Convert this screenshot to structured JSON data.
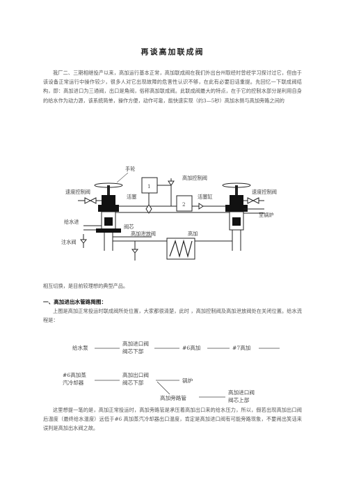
{
  "title": "再谈高加联成阀",
  "intro": "我厂二、三期相继投产以来，高加运行基本正常，高加联成阀在我们外出台州取经时曾经学习探讨过它，但由于该设备正常运行中操作较少，很多人对它出现故障的危害性认识不够，在此有必要旧话重提。先回忆一下联成阀结构，即：高加进口为三通阀，出口是角阀，俗称高加联成阀。此联成阀最大的特点，在于它的控制水部分是利用自身的给水作为动力源，该系统简单，操作方便，动作可靠，能快速实现（约3—5秒）高加水侧与高加旁路之间的",
  "diagram": {
    "labels": {
      "handwheel": "手轮",
      "hp_control_valve": "高加控制阀",
      "speed_control_left": "速度控制阀",
      "piston": "活塞",
      "piston_cylinder": "活塞缸",
      "speed_control_right": "速度控制阀",
      "to_boiler": "至锅炉",
      "feedwater_in": "给水进",
      "valve_core": "阀芯",
      "water_fill_valve": "注水阀",
      "hp_drain_valve": "高加泄放阀",
      "hp_heater": "高加",
      "box1": "1",
      "box2": "2"
    }
  },
  "para_after_diagram": "相互切换，是目前较理想的典型产品。",
  "heading1": "一、高加进出水管路简图：",
  "para_flow_intro": "上图是高加正常投运时联成阀所处位置，大家都很清楚，此时 ，高加控制阀及高加泄放阀处在关闭位置。给水流程是：",
  "flow": {
    "pump": "给水泵",
    "inlet_valve_1": "高加进口阀",
    "inlet_valve_2": "阀芯下部",
    "hp6": "#6高加",
    "hp7": "#7高加",
    "cooler_1": "#6高加蒸",
    "cooler_2": "汽冷却器",
    "outlet_valve_1": "高加出口阀",
    "outlet_valve_2": "阀芯下部",
    "boiler": "锅炉",
    "bypass": "高加旁路管",
    "inlet_upper_1": "高加进口阀",
    "inlet_upper_2": "阀芯上部"
  },
  "para_end": "这里想提一笔的是，高加正常投运时，高加旁路管是承压着高加出口来的给水压力，所以，假若出现高加出口阀后温度（最终给水温度）远低于#6 高加蒸汽冷却器出口温度，肯定是高加进口阀有可能旁路现象，不要闹出笑话来误判是高加出水阀之故。"
}
